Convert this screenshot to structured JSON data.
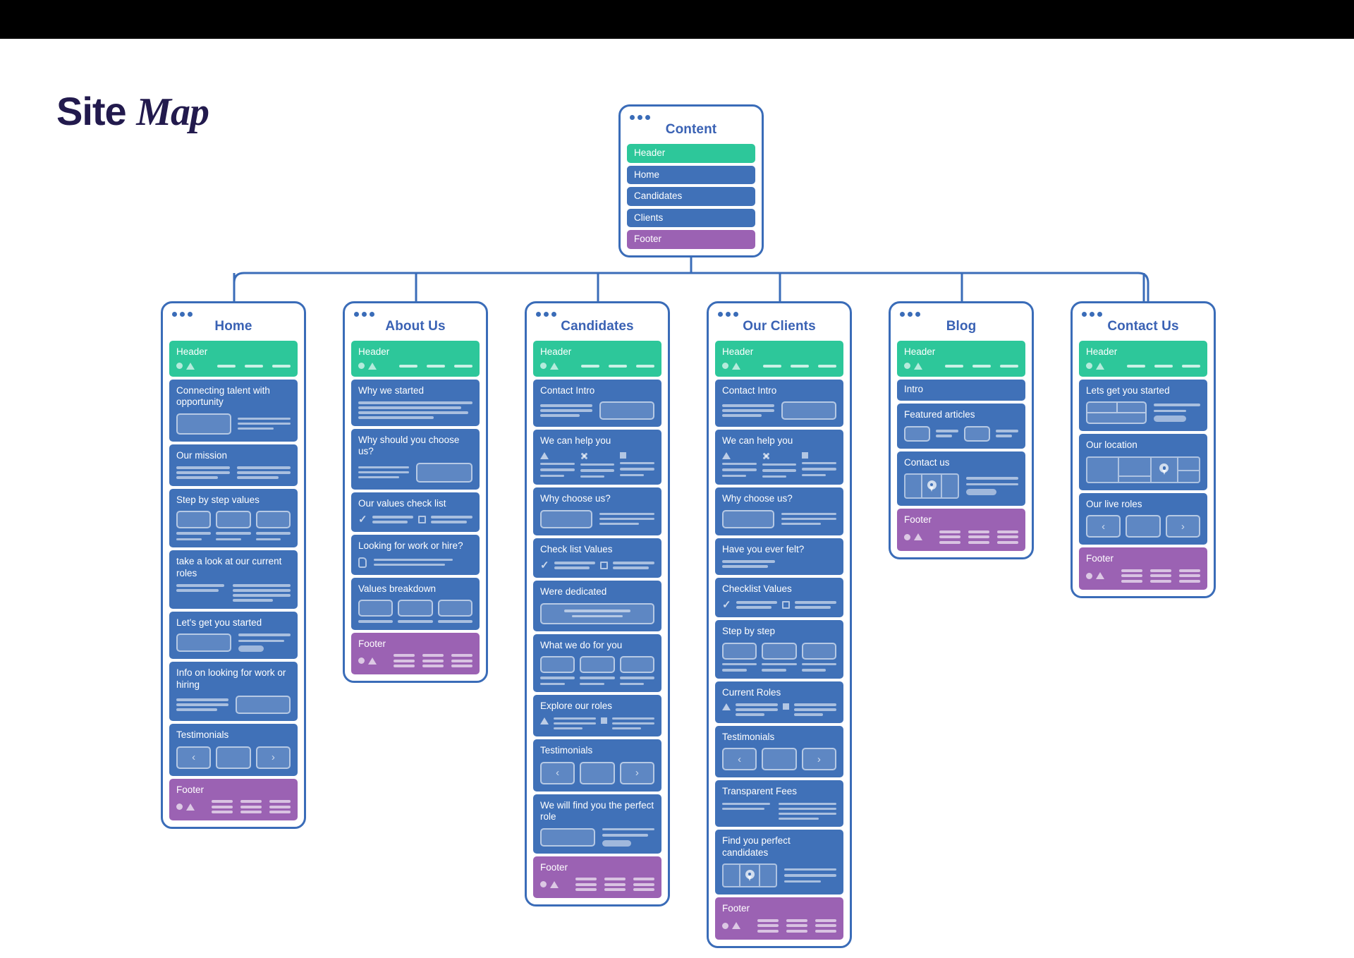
{
  "page": {
    "title_part1": "Site",
    "title_part2": "Map",
    "background": "#ffffff",
    "letterbox": "#000000"
  },
  "colors": {
    "border_blue": "#3a6cb8",
    "title_blue": "#3a62b4",
    "header_teal": "#2dc79a",
    "body_blue": "#4071b8",
    "footer_purple": "#9b62b3",
    "heading_navy": "#221a4d"
  },
  "root": {
    "name": "content-card",
    "title": "Content",
    "rows": [
      {
        "label": "Header",
        "kind": "header"
      },
      {
        "label": "Home",
        "kind": "body"
      },
      {
        "label": "Candidates",
        "kind": "body"
      },
      {
        "label": "Clients",
        "kind": "body"
      },
      {
        "label": "Footer",
        "kind": "footer"
      }
    ]
  },
  "cards": [
    {
      "id": "home",
      "title": "Home",
      "blocks": [
        {
          "label": "Header",
          "kind": "header"
        },
        {
          "label": "Connecting talent with opportunity",
          "kind": "body"
        },
        {
          "label": "Our mission",
          "kind": "body"
        },
        {
          "label": "Step by step values",
          "kind": "body"
        },
        {
          "label": "take a look at our current roles",
          "kind": "body"
        },
        {
          "label": "Let's get you started",
          "kind": "body"
        },
        {
          "label": "Info on looking for work or hiring",
          "kind": "body"
        },
        {
          "label": "Testimonials",
          "kind": "body"
        },
        {
          "label": "Footer",
          "kind": "footer"
        }
      ]
    },
    {
      "id": "about-us",
      "title": "About Us",
      "blocks": [
        {
          "label": "Header",
          "kind": "header"
        },
        {
          "label": "Why we started",
          "kind": "body"
        },
        {
          "label": "Why should you choose us?",
          "kind": "body"
        },
        {
          "label": "Our values check list",
          "kind": "body"
        },
        {
          "label": "Looking for work or hire?",
          "kind": "body"
        },
        {
          "label": "Values breakdown",
          "kind": "body"
        },
        {
          "label": "Footer",
          "kind": "footer"
        }
      ]
    },
    {
      "id": "candidates",
      "title": "Candidates",
      "blocks": [
        {
          "label": "Header",
          "kind": "header"
        },
        {
          "label": "Contact Intro",
          "kind": "body"
        },
        {
          "label": "We can help you",
          "kind": "body"
        },
        {
          "label": "Why choose us?",
          "kind": "body"
        },
        {
          "label": "Check list Values",
          "kind": "body"
        },
        {
          "label": "Were dedicated",
          "kind": "body"
        },
        {
          "label": "What we do for you",
          "kind": "body"
        },
        {
          "label": "Explore our roles",
          "kind": "body"
        },
        {
          "label": "Testimonials",
          "kind": "body"
        },
        {
          "label": "We will find you the perfect role",
          "kind": "body"
        },
        {
          "label": "Footer",
          "kind": "footer"
        }
      ]
    },
    {
      "id": "our-clients",
      "title": "Our Clients",
      "blocks": [
        {
          "label": "Header",
          "kind": "header"
        },
        {
          "label": "Contact Intro",
          "kind": "body"
        },
        {
          "label": "We can help you",
          "kind": "body"
        },
        {
          "label": "Why choose us?",
          "kind": "body"
        },
        {
          "label": "Have you ever felt?",
          "kind": "body"
        },
        {
          "label": "Checklist Values",
          "kind": "body"
        },
        {
          "label": "Step by step",
          "kind": "body"
        },
        {
          "label": "Current Roles",
          "kind": "body"
        },
        {
          "label": "Testimonials",
          "kind": "body"
        },
        {
          "label": "Transparent Fees",
          "kind": "body"
        },
        {
          "label": "Find you perfect candidates",
          "kind": "body"
        },
        {
          "label": "Footer",
          "kind": "footer"
        }
      ]
    },
    {
      "id": "blog",
      "title": "Blog",
      "blocks": [
        {
          "label": "Header",
          "kind": "header"
        },
        {
          "label": "Intro",
          "kind": "body"
        },
        {
          "label": "Featured articles",
          "kind": "body"
        },
        {
          "label": "Contact us",
          "kind": "body"
        },
        {
          "label": "Footer",
          "kind": "footer"
        }
      ]
    },
    {
      "id": "contact-us",
      "title": "Contact Us",
      "blocks": [
        {
          "label": "Header",
          "kind": "header"
        },
        {
          "label": "Lets get you started",
          "kind": "body"
        },
        {
          "label": "Our location",
          "kind": "body"
        },
        {
          "label": "Our live roles",
          "kind": "body"
        },
        {
          "label": "Footer",
          "kind": "footer"
        }
      ]
    }
  ],
  "icons": {
    "window_dots": "window-dots-icon",
    "circle": "circle-icon",
    "triangle": "triangle-icon",
    "cross": "cross-icon",
    "square": "square-icon",
    "check": "check-icon",
    "tag": "tag-icon",
    "pin": "location-pin-icon",
    "prev": "chevron-left-icon",
    "next": "chevron-right-icon",
    "burger": "menu-lines-icon"
  },
  "carousel": {
    "prev": "‹",
    "next": "›"
  },
  "check_glyph": "✓"
}
